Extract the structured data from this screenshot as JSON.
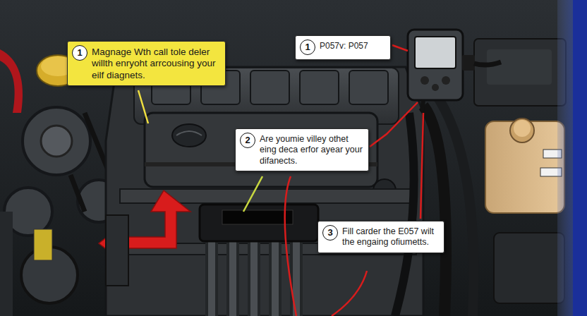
{
  "diagram": {
    "nodes": [
      {
        "text": [
          "1",
          "Magnage Wth call tole deler willth enryoht arrcousing your eilf diagnets."
        ]
      },
      {
        "text": [
          "1",
          "P057v: P057"
        ]
      },
      {
        "text": [
          "2",
          "Are youmie villey othet eing deca erfor ayear your difanects."
        ]
      },
      {
        "text": [
          "3",
          "Fill carder the E057 wilt the engaing ofiumetts."
        ]
      }
    ]
  }
}
